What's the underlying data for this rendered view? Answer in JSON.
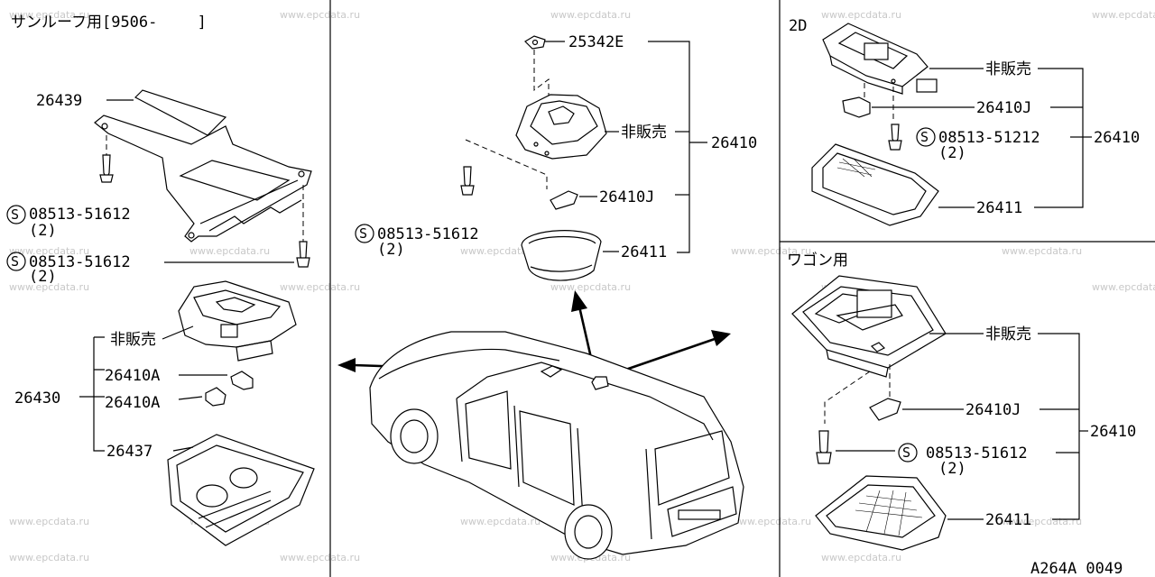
{
  "panels": {
    "left_title": "サンルーフ用[9506-　　 ]",
    "right_top_title": "2D",
    "right_bottom_title": "ワゴン用"
  },
  "left": {
    "p26439": "26439",
    "screw1": "08513-51612",
    "screw1_qty": "(2)",
    "screw2": "08513-51612",
    "screw2_qty": "(2)",
    "not_sold": "非販売",
    "p26410A_1": "26410A",
    "p26410A_2": "26410A",
    "p26430": "26430",
    "p26437": "26437"
  },
  "center": {
    "p25342E": "25342E",
    "not_sold": "非販売",
    "p26410": "26410",
    "p26410J": "26410J",
    "screw": "08513-51612",
    "screw_qty": "(2)",
    "p26411": "26411"
  },
  "right_top": {
    "not_sold": "非販売",
    "p26410J": "26410J",
    "screw": "08513-51212",
    "screw_qty": "(2)",
    "p26410": "26410",
    "p26411": "26411"
  },
  "right_bottom": {
    "not_sold": "非販売",
    "p26410J": "26410J",
    "p26410": "26410",
    "screw": "08513-51612",
    "screw_qty": "(2)",
    "p26411": "26411"
  },
  "screw_symbol": "S",
  "diagram_code": "A264A 0049",
  "watermark": "www.epcdata.ru"
}
